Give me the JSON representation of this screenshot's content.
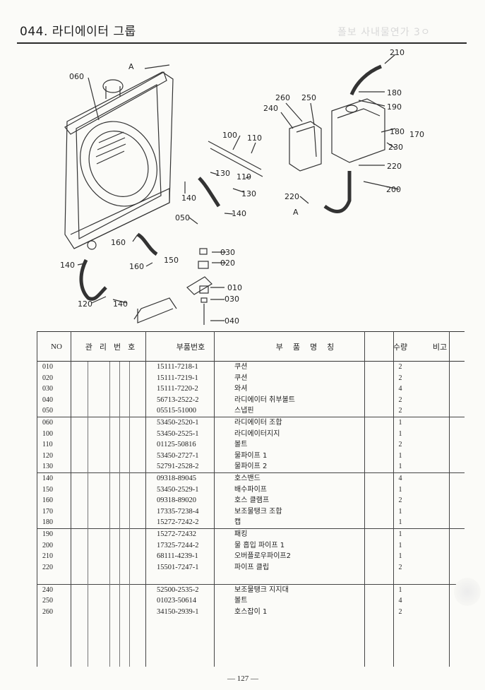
{
  "header": {
    "title": "044. 라디에이터 그룹",
    "faint_text": "폴보 사내물연가 3ㅇ"
  },
  "diagram": {
    "callouts": [
      "060",
      "A",
      "210",
      "180",
      "190",
      "260",
      "250",
      "240",
      "100",
      "110",
      "180",
      "170",
      "230",
      "130",
      "110",
      "220",
      "140",
      "130",
      "200",
      "220",
      "A",
      "050",
      "140",
      "160",
      "030",
      "160",
      "150",
      "020",
      "140",
      "010",
      "030",
      "120",
      "140",
      "040"
    ]
  },
  "table": {
    "headers": {
      "no": "NO",
      "mgmt": "관리번호",
      "part_no": "부품번호",
      "name": "부품명칭",
      "qty": "수량",
      "note": "비고"
    },
    "groups": [
      [
        {
          "no": "010",
          "part_no": "15111-7218-1",
          "name": "쿠션",
          "qty": "2"
        },
        {
          "no": "020",
          "part_no": "15111-7219-1",
          "name": "쿠션",
          "qty": "2"
        },
        {
          "no": "030",
          "part_no": "15111-7220-2",
          "name": "와셔",
          "qty": "4"
        },
        {
          "no": "040",
          "part_no": "56713-2522-2",
          "name": "라디에이터 취부볼트",
          "qty": "2"
        },
        {
          "no": "050",
          "part_no": "05515-51000",
          "name": "스냅핀",
          "qty": "2"
        }
      ],
      [
        {
          "no": "060",
          "part_no": "53450-2520-1",
          "name": "라디에이터 조합",
          "qty": "1"
        },
        {
          "no": "100",
          "part_no": "53450-2525-1",
          "name": "라디에이터지지",
          "qty": "1"
        },
        {
          "no": "110",
          "part_no": "01125-50816",
          "name": "볼트",
          "qty": "2"
        },
        {
          "no": "120",
          "part_no": "53450-2727-1",
          "name": "물파이프 1",
          "qty": "1"
        },
        {
          "no": "130",
          "part_no": "52791-2528-2",
          "name": "물파이프 2",
          "qty": "1"
        }
      ],
      [
        {
          "no": "140",
          "part_no": "09318-89045",
          "name": "호스밴드",
          "qty": "4"
        },
        {
          "no": "150",
          "part_no": "53450-2529-1",
          "name": "배수파이프",
          "qty": "1"
        },
        {
          "no": "160",
          "part_no": "09318-89020",
          "name": "호스 클램프",
          "qty": "2"
        },
        {
          "no": "170",
          "part_no": "17335-7238-4",
          "name": "보조물탱크 조합",
          "qty": "1"
        },
        {
          "no": "180",
          "part_no": "15272-7242-2",
          "name": "캡",
          "qty": "1"
        }
      ],
      [
        {
          "no": "190",
          "part_no": "15272-72432",
          "name": "패킹",
          "qty": "1"
        },
        {
          "no": "200",
          "part_no": "17325-7244-2",
          "name": "물 흡입 파이프 1",
          "qty": "1"
        },
        {
          "no": "210",
          "part_no": "68111-4239-1",
          "name": "오버플로우파이프2",
          "qty": "1"
        },
        {
          "no": "220",
          "part_no": "15501-7247-1",
          "name": "파이프 클립",
          "qty": "2"
        },
        {
          "no": "",
          "part_no": "",
          "name": "",
          "qty": ""
        }
      ],
      [
        {
          "no": "240",
          "part_no": "52500-2535-2",
          "name": "보조물탱크 지지대",
          "qty": "1"
        },
        {
          "no": "250",
          "part_no": "01023-50614",
          "name": "볼트",
          "qty": "4"
        },
        {
          "no": "260",
          "part_no": "34150-2939-1",
          "name": "호스잡이 1",
          "qty": "2"
        }
      ]
    ]
  },
  "footer": {
    "page": "— 127 —"
  }
}
